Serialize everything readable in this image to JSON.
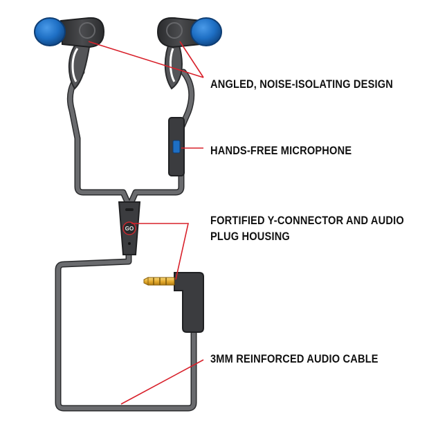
{
  "callouts": {
    "design": "ANGLED, NOISE-ISOLATING DESIGN",
    "microphone": "HANDS-FREE MICROPHONE",
    "connector_line1": "FORTIFIED Y-CONNECTOR AND AUDIO",
    "connector_line2": "PLUG HOUSING",
    "cable": "3MM REINFORCED AUDIO CABLE"
  },
  "logo_text": "GO",
  "colors": {
    "cable": "#5f6063",
    "cable_outline": "#2a2b2d",
    "eartip": "#1e6fc4",
    "mic_button": "#1e6fc4",
    "housing": "#3b3c3f",
    "leader_line": "#d8202a",
    "plug_gold": "#e9b53a",
    "text": "#111111"
  }
}
